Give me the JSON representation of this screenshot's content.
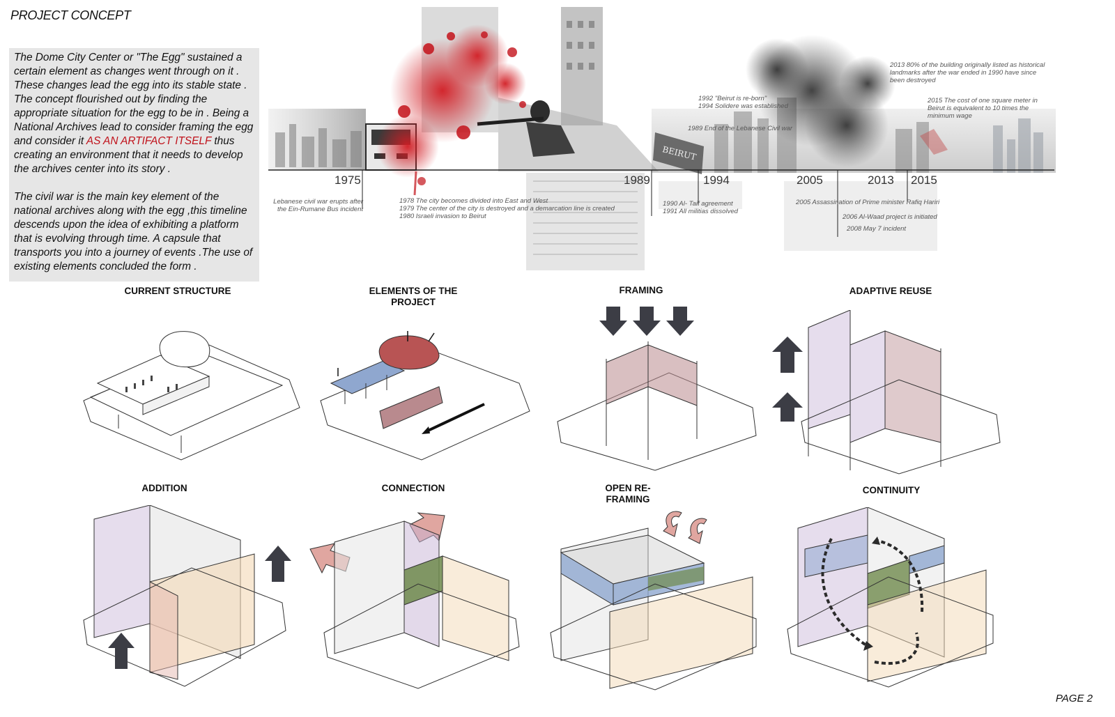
{
  "page": {
    "title": "PROJECT CONCEPT",
    "page_number": "PAGE 2"
  },
  "concept": {
    "para1_before": "The Dome City Center or \"The Egg\" sustained a certain element as changes went through on it . These changes lead the egg into its stable state . The concept flourished out by finding the appropriate situation for the egg to be in . Being a National Archives lead to consider framing the egg and consider it ",
    "para1_highlight": "AS AN ARTIFACT ITSELF",
    "para1_after": " thus creating an environment that it needs to develop the archives center into its story .",
    "para2": "The civil war is the main key element of the national archives along with the egg ,this timeline descends upon the idea of exhibiting a platform that is evolving through time. A capsule that transports you into a journey of events .The use of existing elements concluded the form ."
  },
  "timeline": {
    "years": [
      "1975",
      "1989",
      "1994",
      "2005",
      "2013",
      "2015"
    ],
    "events": {
      "e1975": "Lebanese civil war erupts after the Ein-Rumane Bus incident",
      "e1978a": "1978 The city becomes divided into East and West",
      "e1979": "1979 The center of the city is destroyed and a demarcation line is created",
      "e1980": "1980 Israeli invasion to Beirut",
      "e1989": "1989 End of the Lebanese Civil war",
      "e1992": "1992 \"Beirut is re-born\"",
      "e1994": "1994 Solidere was established",
      "e1990": "1990 Al- Taif agreement",
      "e1991": "1991 All militias dissolved",
      "e2005": "2005 Assassination of Prime minister Rafiq Hariri",
      "e2006a": "2006 Al-Waad project is initiated",
      "e2008": "2008 May 7 incident",
      "e2013": "2013 80% of the building originally listed as historical landmarks after the war ended in 1990 have since been destroyed",
      "e2015": "2015 The cost of one square meter in Beirut is equivalent to 10 times the minimum wage"
    },
    "signage": "BEIRUT"
  },
  "diagrams": {
    "current_structure": "CURRENT STRUCTURE",
    "elements": "ELEMENTS OF THE PROJECT",
    "framing": "FRAMING",
    "adaptive_reuse": "ADAPTIVE REUSE",
    "addition": "ADDITION",
    "connection": "CONNECTION",
    "open_reframing": "OPEN RE-FRAMING",
    "continuity": "CONTINUITY"
  },
  "colors": {
    "highlight_red": "#c0111a",
    "egg_red": "#b85454",
    "platform_blue": "#8fa7cf",
    "frame_pink": "#b98a8e",
    "reuse_purple": "#c8b3d6",
    "connection_green": "#6f8a4c",
    "arrow_dark": "#3c3d45",
    "arrow_salmon": "#e0a6a0",
    "infill_orange": "#f3d9b6"
  }
}
